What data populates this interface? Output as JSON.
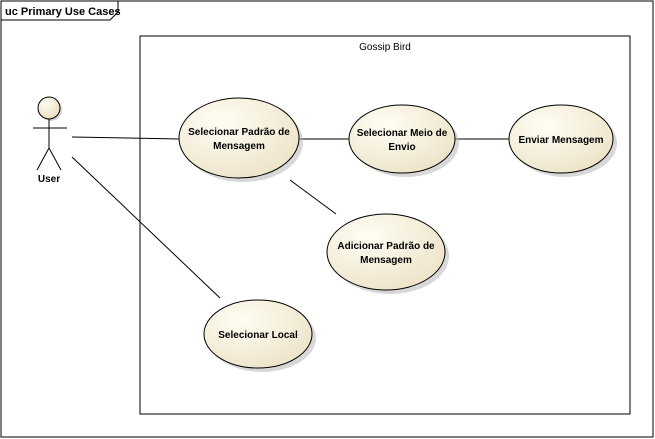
{
  "frame": {
    "title": "uc Primary Use Cases"
  },
  "system": {
    "name": "Gossip Bird"
  },
  "actor": {
    "name": "User"
  },
  "use_cases": [
    {
      "id": "selecionar-padrao",
      "lines": [
        "Selecionar Padrão de",
        "Mensagem"
      ]
    },
    {
      "id": "selecionar-meio",
      "lines": [
        "Selecionar Meio de",
        "Envio"
      ]
    },
    {
      "id": "enviar-mensagem",
      "lines": [
        "Enviar Mensagem"
      ]
    },
    {
      "id": "adicionar-padrao",
      "lines": [
        "Adicionar Padrão de",
        "Mensagem"
      ]
    },
    {
      "id": "selecionar-local",
      "lines": [
        "Selecionar Local"
      ]
    }
  ],
  "colors": {
    "usecase_fill_light": "#fffdf4",
    "usecase_fill_dark": "#ece2c6",
    "actor_fill_light": "#fffdf4",
    "actor_fill_dark": "#e9dcb8",
    "stroke": "#000000",
    "shadow": "#b8b8b8"
  }
}
